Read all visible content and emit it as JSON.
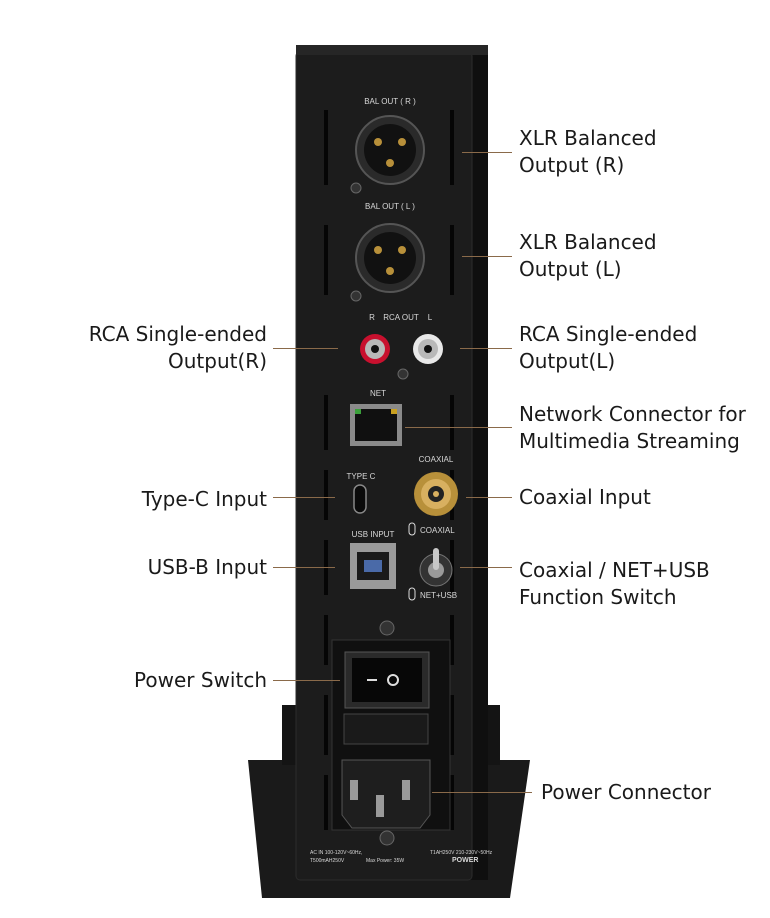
{
  "panel_labels": {
    "bal_out_r": "BAL OUT ( R )",
    "bal_out_l": "BAL OUT ( L )",
    "rca_r": "R",
    "rca_out": "RCA OUT",
    "rca_l": "L",
    "net": "NET",
    "coaxial": "COAXIAL",
    "type_c": "TYPE C",
    "usb_input": "USB INPUT",
    "switch_coaxial": "COAXIAL",
    "switch_net_usb": "NET+USB",
    "power": "POWER",
    "spec_left_1": "AC IN 100-120V~60Hz,",
    "spec_left_2": "T500mAH250V",
    "spec_mid": "Max Power: 35W",
    "spec_right": "T1AH250V 210-230V~50Hz"
  },
  "callouts": {
    "xlr_r": "XLR Balanced\nOutput (R)",
    "xlr_l": "XLR Balanced\nOutput (L)",
    "rca_r": "RCA Single-ended\nOutput(R)",
    "rca_l": "RCA Single-ended\nOutput(L)",
    "network": "Network Connector for\nMultimedia Streaming",
    "type_c": "Type-C Input",
    "coaxial": "Coaxial Input",
    "usb_b": "USB-B Input",
    "function_switch": "Coaxial / NET+USB\nFunction Switch",
    "power_switch": "Power Switch",
    "power_connector": "Power Connector"
  },
  "colors": {
    "chassis": "#1c1c1c",
    "leader": "#8a6a4a",
    "rca_red": "#c8102e",
    "gold": "#b8903a"
  }
}
